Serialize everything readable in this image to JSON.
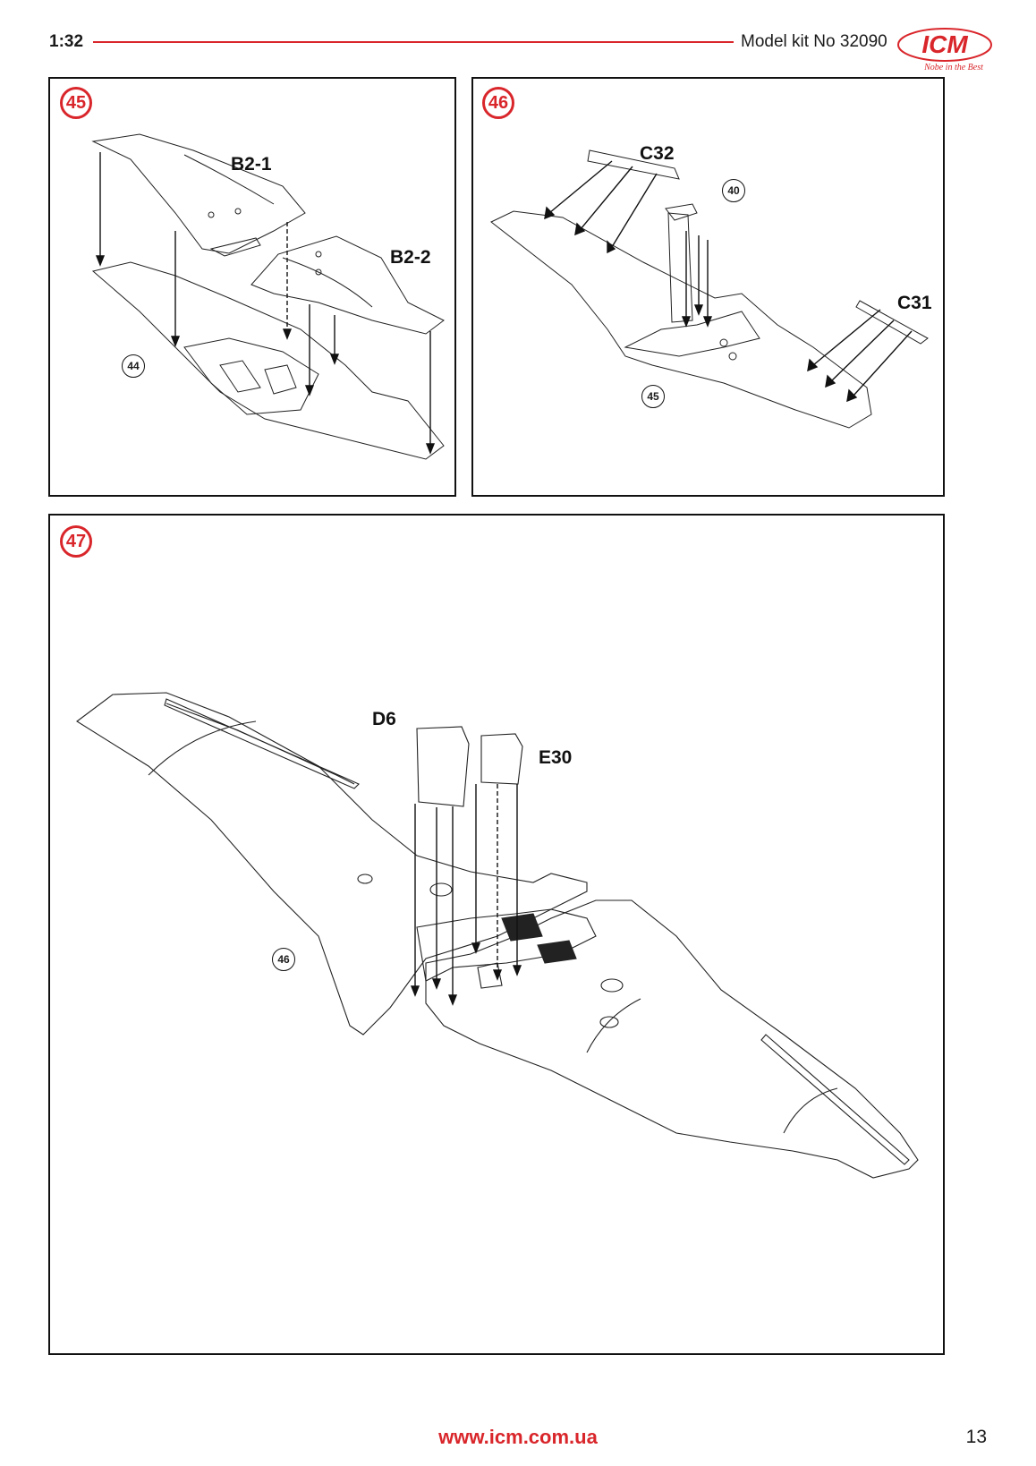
{
  "header": {
    "scale": "1:32",
    "kit_number": "Model kit No 32090",
    "logo_text": "ICM",
    "logo_tagline": "Nobe in the Best",
    "accent_color": "#d9262b"
  },
  "steps": [
    {
      "number": "45",
      "parts": [
        "B2-1",
        "B2-2"
      ],
      "reference": "44"
    },
    {
      "number": "46",
      "parts": [
        "C32",
        "C31"
      ],
      "references": [
        "40",
        "45"
      ]
    },
    {
      "number": "47",
      "parts": [
        "D6",
        "E30"
      ],
      "reference": "46"
    }
  ],
  "footer": {
    "url": "www.icm.com.ua",
    "page_number": "13"
  }
}
